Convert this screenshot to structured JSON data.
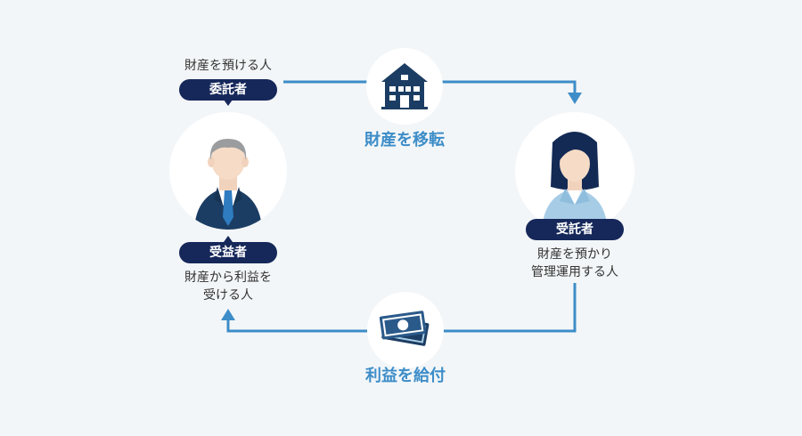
{
  "settlor": {
    "role": "委託者",
    "description": "財産を預ける人"
  },
  "beneficiary": {
    "role": "受益者",
    "description_line1": "財産から利益を",
    "description_line2": "受ける人"
  },
  "trustee": {
    "role": "受託者",
    "description_line1": "財産を預かり",
    "description_line2": "管理運用する人"
  },
  "flows": {
    "transfer_label": "財産を移転",
    "benefit_label": "利益を給付"
  },
  "icons": {
    "transfer": "building-icon",
    "benefit": "money-bills-icon",
    "settlor": "businessman-icon",
    "trustee": "businesswoman-icon"
  },
  "colors": {
    "background": "#f3f6f8",
    "pill": "#16285a",
    "accent": "#3d8dc8"
  }
}
